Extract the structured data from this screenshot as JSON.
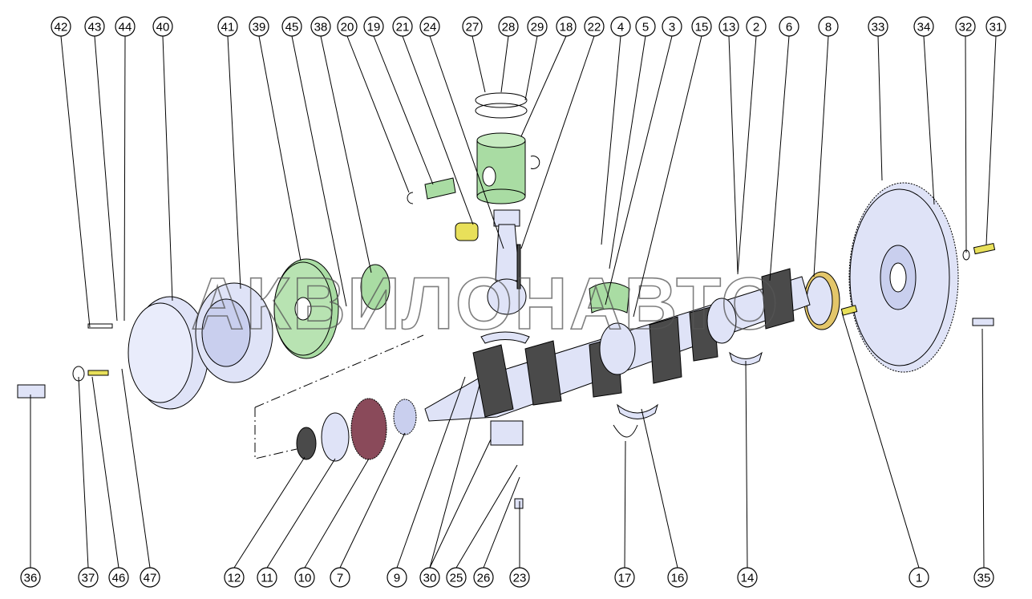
{
  "title": "Crankshaft and piston assembly exploded view",
  "watermark": "АКВИЛОНАВТО",
  "colors": {
    "part_fill": "#dfe3f7",
    "green": "#a9dca3",
    "dark": "#4a4a4a",
    "yellow": "#e8e05a"
  },
  "callouts": {
    "top": [
      "42",
      "43",
      "44",
      "40",
      "41",
      "39",
      "45",
      "38",
      "20",
      "19",
      "21",
      "24",
      "27",
      "28",
      "29",
      "18",
      "22",
      "4",
      "5",
      "3",
      "15",
      "13",
      "2",
      "6",
      "8",
      "33",
      "34",
      "32",
      "31"
    ],
    "bottom": [
      "36",
      "37",
      "46",
      "47",
      "12",
      "11",
      "10",
      "7",
      "9",
      "30",
      "25",
      "26",
      "23",
      "17",
      "16",
      "14",
      "1",
      "35"
    ]
  }
}
